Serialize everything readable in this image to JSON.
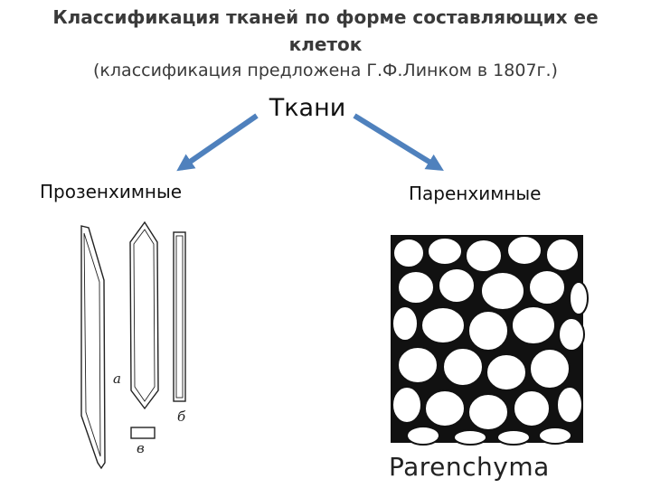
{
  "header": {
    "title_line1": "Классификация тканей по форме составляющих ее",
    "title_line2": "клеток",
    "subtitle": "(классификация предложена Г.Ф.Линком в 1807г.)"
  },
  "tree": {
    "root": "Ткани",
    "left_branch": "Прозенхимные",
    "right_branch": "Паренхимные",
    "arrow_color": "#4f81bd"
  },
  "figures": {
    "prosenchyma_letters": [
      "а",
      "б",
      "в"
    ],
    "parenchyma_caption": "Parenchyma"
  }
}
